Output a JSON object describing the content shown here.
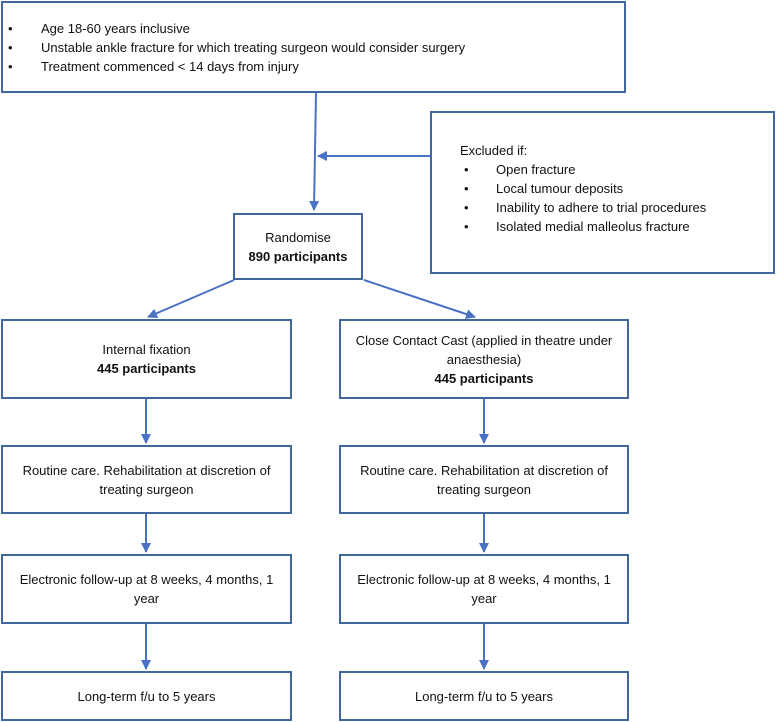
{
  "inclusion": {
    "criteria": [
      "Age 18-60 years inclusive",
      "Unstable ankle fracture for which treating surgeon would consider surgery",
      "Treatment commenced < 14 days from injury"
    ]
  },
  "exclusion": {
    "heading": "Excluded if:",
    "criteria": [
      "Open fracture",
      "Local tumour deposits",
      "Inability to adhere to trial procedures",
      "Isolated medial malleolus fracture"
    ]
  },
  "randomise": {
    "label": "Randomise",
    "count": "890 participants"
  },
  "arms": [
    {
      "allocation": {
        "label": "Internal fixation",
        "count": "445 participants"
      },
      "care": "Routine care. Rehabilitation at discretion of treating surgeon",
      "followup": "Electronic follow-up at 8 weeks, 4 months, 1 year",
      "longterm": "Long-term f/u to 5 years"
    },
    {
      "allocation": {
        "label": "Close Contact Cast (applied in theatre under anaesthesia)",
        "count": "445 participants"
      },
      "care": "Routine care. Rehabilitation at discretion of treating surgeon",
      "followup": "Electronic follow-up at 8 weeks, 4 months, 1 year",
      "longterm": "Long-term f/u to 5 years"
    }
  ],
  "colors": {
    "border": "#41689c",
    "arrow": "#4a72c4"
  }
}
